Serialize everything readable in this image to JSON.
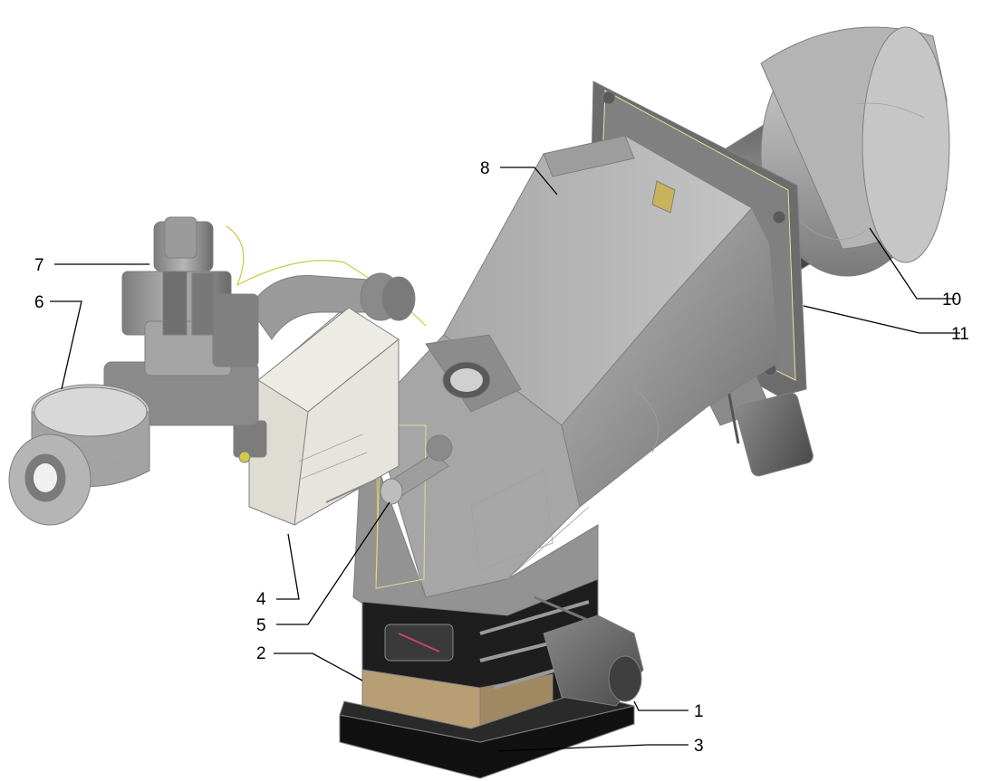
{
  "figure": {
    "kind": "exploded technical illustration",
    "callouts": [
      {
        "id": "1",
        "label": "1"
      },
      {
        "id": "2",
        "label": "2"
      },
      {
        "id": "3",
        "label": "3"
      },
      {
        "id": "4",
        "label": "4"
      },
      {
        "id": "5",
        "label": "5"
      },
      {
        "id": "6",
        "label": "6"
      },
      {
        "id": "7",
        "label": "7"
      },
      {
        "id": "8",
        "label": "8"
      },
      {
        "id": "10",
        "label": "10"
      },
      {
        "id": "11",
        "label": "11"
      }
    ]
  },
  "colors": {
    "body_grey": "#9a9a9a",
    "body_light": "#bdbdbd",
    "body_dark": "#6f6f6f",
    "box_cream": "#e6e4dc",
    "base_tan": "#b89e74",
    "base_black": "#1a1a1a",
    "wire_yellow": "#c9c94a"
  }
}
